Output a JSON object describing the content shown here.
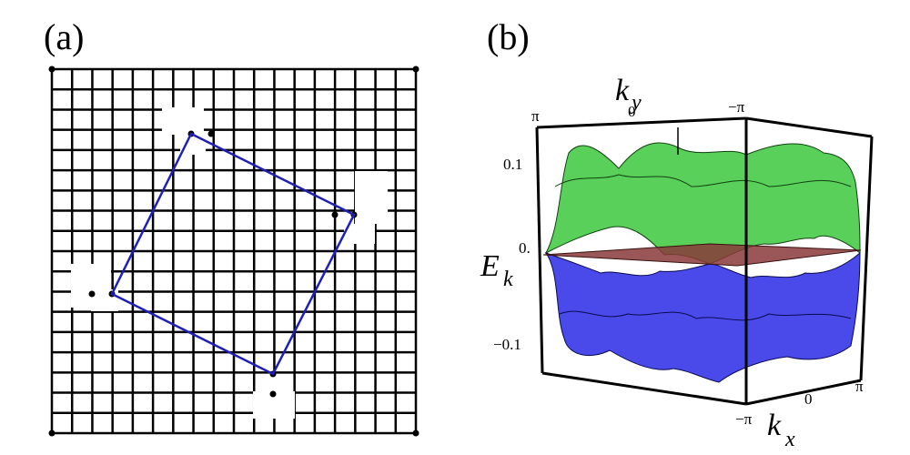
{
  "panel_a": {
    "label": "(a)",
    "lattice": {
      "size": 19,
      "cells": 18
    },
    "colors": {
      "lattice": "#000000",
      "supercell": "#1f1fb8"
    }
  },
  "panel_b": {
    "label": "(b)",
    "axes": {
      "ky_label": "k",
      "ky_sub": "y",
      "kx_label": "k",
      "kx_sub": "x",
      "e_label": "E",
      "e_sub": "k",
      "ky_ticks": [
        "π",
        "0",
        "−π"
      ],
      "kx_ticks": [
        "−π",
        "0",
        "π"
      ],
      "e_ticks": [
        "0.1",
        "0.",
        "−0.1"
      ]
    },
    "bands": [
      {
        "name": "upper",
        "color": "#2fb82f"
      },
      {
        "name": "flat",
        "color": "#8a3a3a"
      },
      {
        "name": "lower",
        "color": "#2a2ae0"
      }
    ]
  }
}
